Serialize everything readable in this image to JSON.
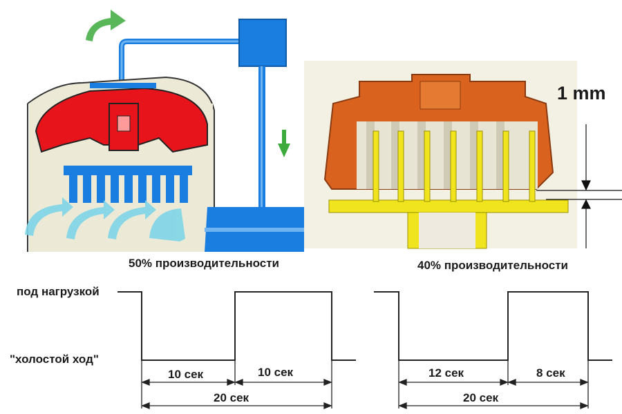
{
  "left_panel": {
    "caption": "50% производительности"
  },
  "right_panel": {
    "caption": "40% производительности",
    "gap_label": "1 mm"
  },
  "timing": {
    "load_label": "под нагрузкой",
    "idle_label": "\"холостой ход\"",
    "left": {
      "first_interval": "10 сек",
      "second_interval": "10 сек",
      "total_interval": "20 сек"
    },
    "right": {
      "first_interval": "12 сек",
      "second_interval": "8 сек",
      "total_interval": "20 сек"
    }
  },
  "colors": {
    "red_part": "#e8141b",
    "blue_part": "#1a7ee0",
    "orange_part": "#d9631e",
    "yellow_part": "#f0e41e",
    "green_arrow": "#3caa3c",
    "cyan_arrow": "#7fd6e8"
  }
}
